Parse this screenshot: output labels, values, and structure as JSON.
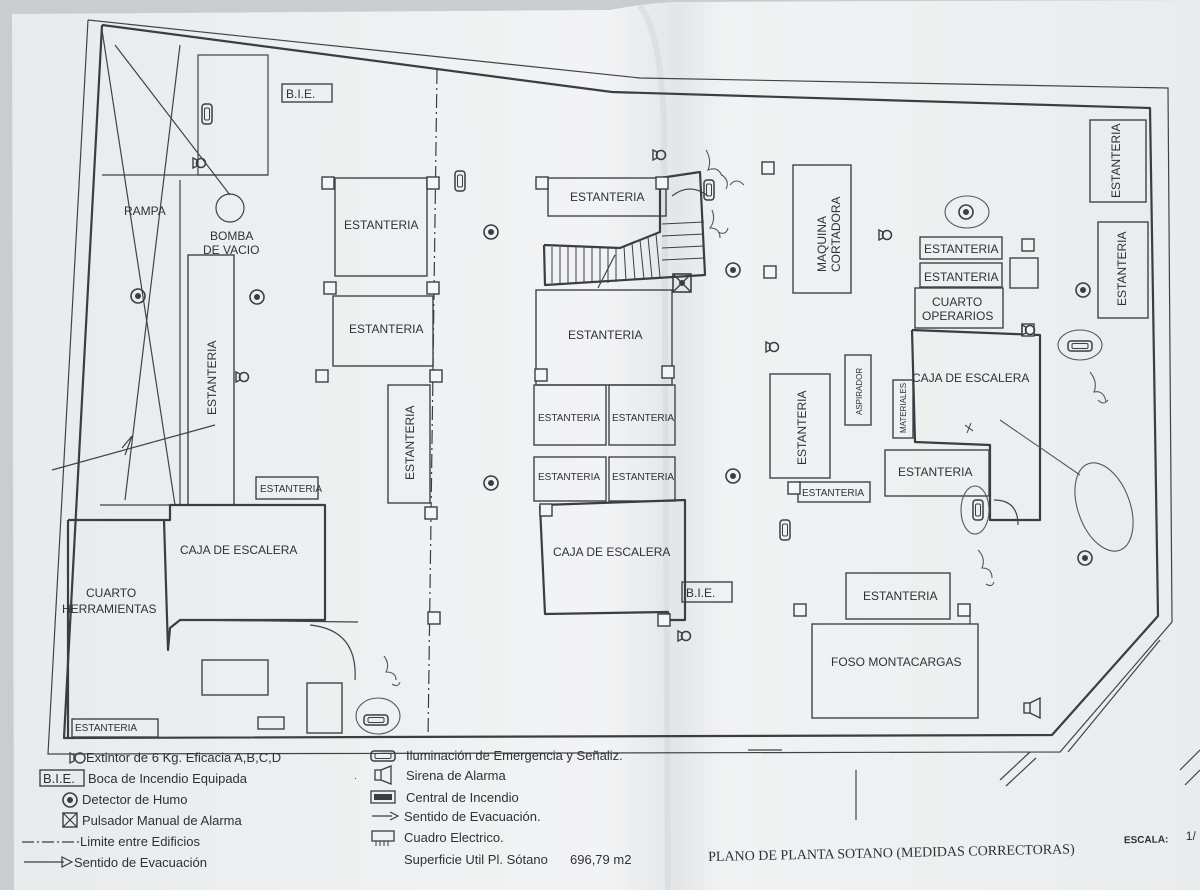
{
  "labels": {
    "bie_top": "B.I.E.",
    "bie_mid": "B.I.E.",
    "rampa": "RAMPA",
    "bomba_line1": "BOMBA",
    "bomba_line2": "DE VACIO",
    "estanteria": "ESTANTERIA",
    "caja_escalera": "CAJA DE ESCALERA",
    "cuarto_herr_line1": "CUARTO",
    "cuarto_herr_line2": "HERRAMIENTAS",
    "maquina_line1": "MAQUINA",
    "maquina_line2": "CORTADORA",
    "cuarto_op_line1": "CUARTO",
    "cuarto_op_line2": "OPERARIOS",
    "aspirador": "ASPIRADOR",
    "materiales": "MATERIALES",
    "foso": "FOSO MONTACARGAS"
  },
  "legend": {
    "extintor": "Extintor de 6 Kg. Eficacia A,B,C,D",
    "bie_abbr": "B.I.E.",
    "bie": "Boca de Incendio Equipada",
    "detector": "Detector de Humo",
    "pulsador": "Pulsador Manual de Alarma",
    "limite": "Limite entre Edificios",
    "sentido_left": "Sentido de Evacuación",
    "iluminacion": "Iluminación de Emergencia y Señaliz.",
    "sirena": "Sirena de Alarma",
    "central": "Central de Incendio",
    "sentido_right": "Sentido de Evacuación.",
    "cuadro": "Cuadro Electrico.",
    "superficie_label": "Superficie Util Pl. Sótano",
    "superficie_value": "696,79 m2"
  },
  "title": {
    "plano": "PLANO DE PLANTA SOTANO (MEDIDAS CORRECTORAS)",
    "escala": "ESCALA:"
  },
  "symbols": {
    "extintor": "extinguisher-icon",
    "detector": "smoke-detector-icon",
    "pulsador": "alarm-pushbutton-icon",
    "sirena": "alarm-siren-icon",
    "iluminacion": "emergency-light-icon",
    "central": "fire-panel-icon",
    "cuadro": "electrical-panel-icon"
  },
  "colors": {
    "paper": "#eef0f1",
    "ink": "#3a3d44",
    "background": "#c9cdd0"
  }
}
